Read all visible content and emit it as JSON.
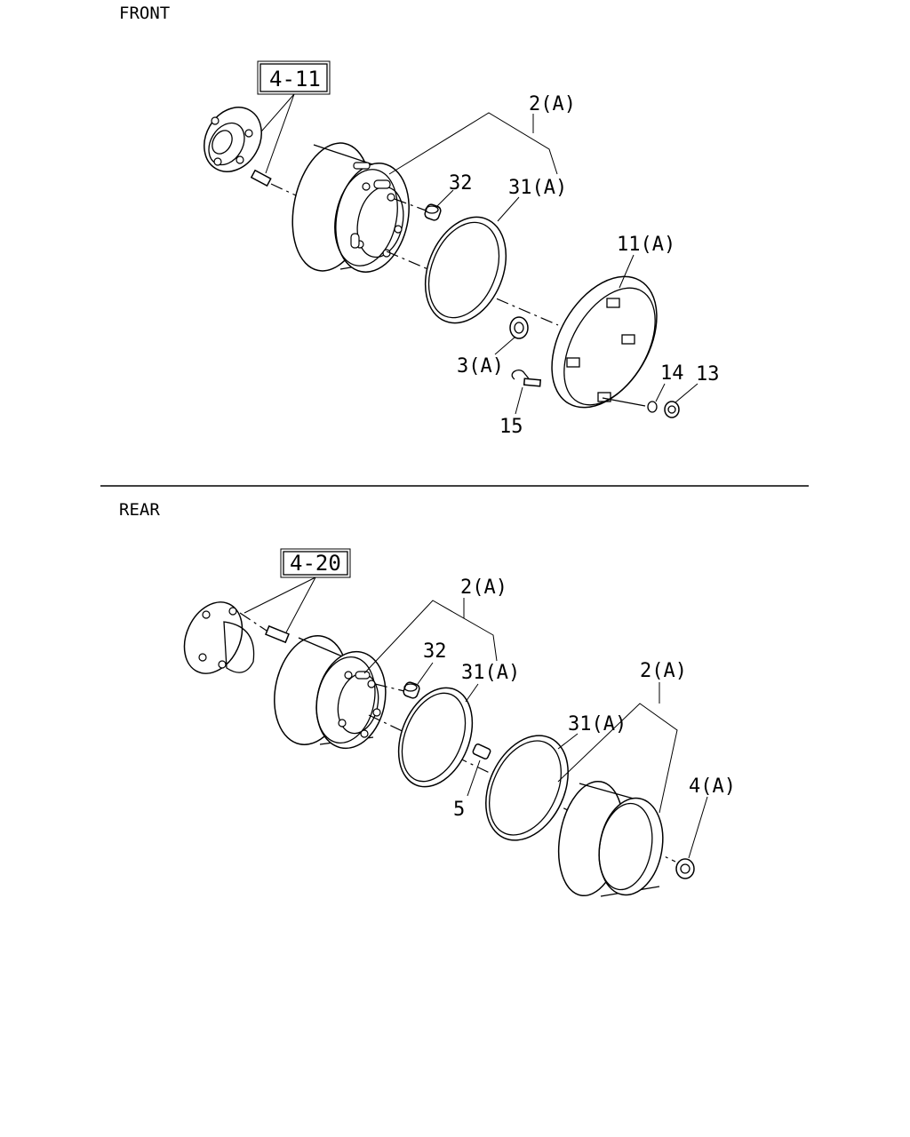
{
  "sections": {
    "front": {
      "title": "FRONT",
      "ref_box": "4-11",
      "labels": {
        "wheel": "2(A)",
        "cap32": "32",
        "ring31": "31(A)",
        "cover11": "11(A)",
        "nut3": "3(A)",
        "washer14": "14",
        "nut13": "13",
        "bolt15": "15"
      }
    },
    "rear": {
      "title": "REAR",
      "ref_box": "4-20",
      "labels": {
        "wheel_inner": "2(A)",
        "cap32": "32",
        "ring31_inner": "31(A)",
        "ring31_outer": "31(A)",
        "wheel_outer": "2(A)",
        "nut5": "5",
        "nut4": "4(A)"
      }
    }
  }
}
